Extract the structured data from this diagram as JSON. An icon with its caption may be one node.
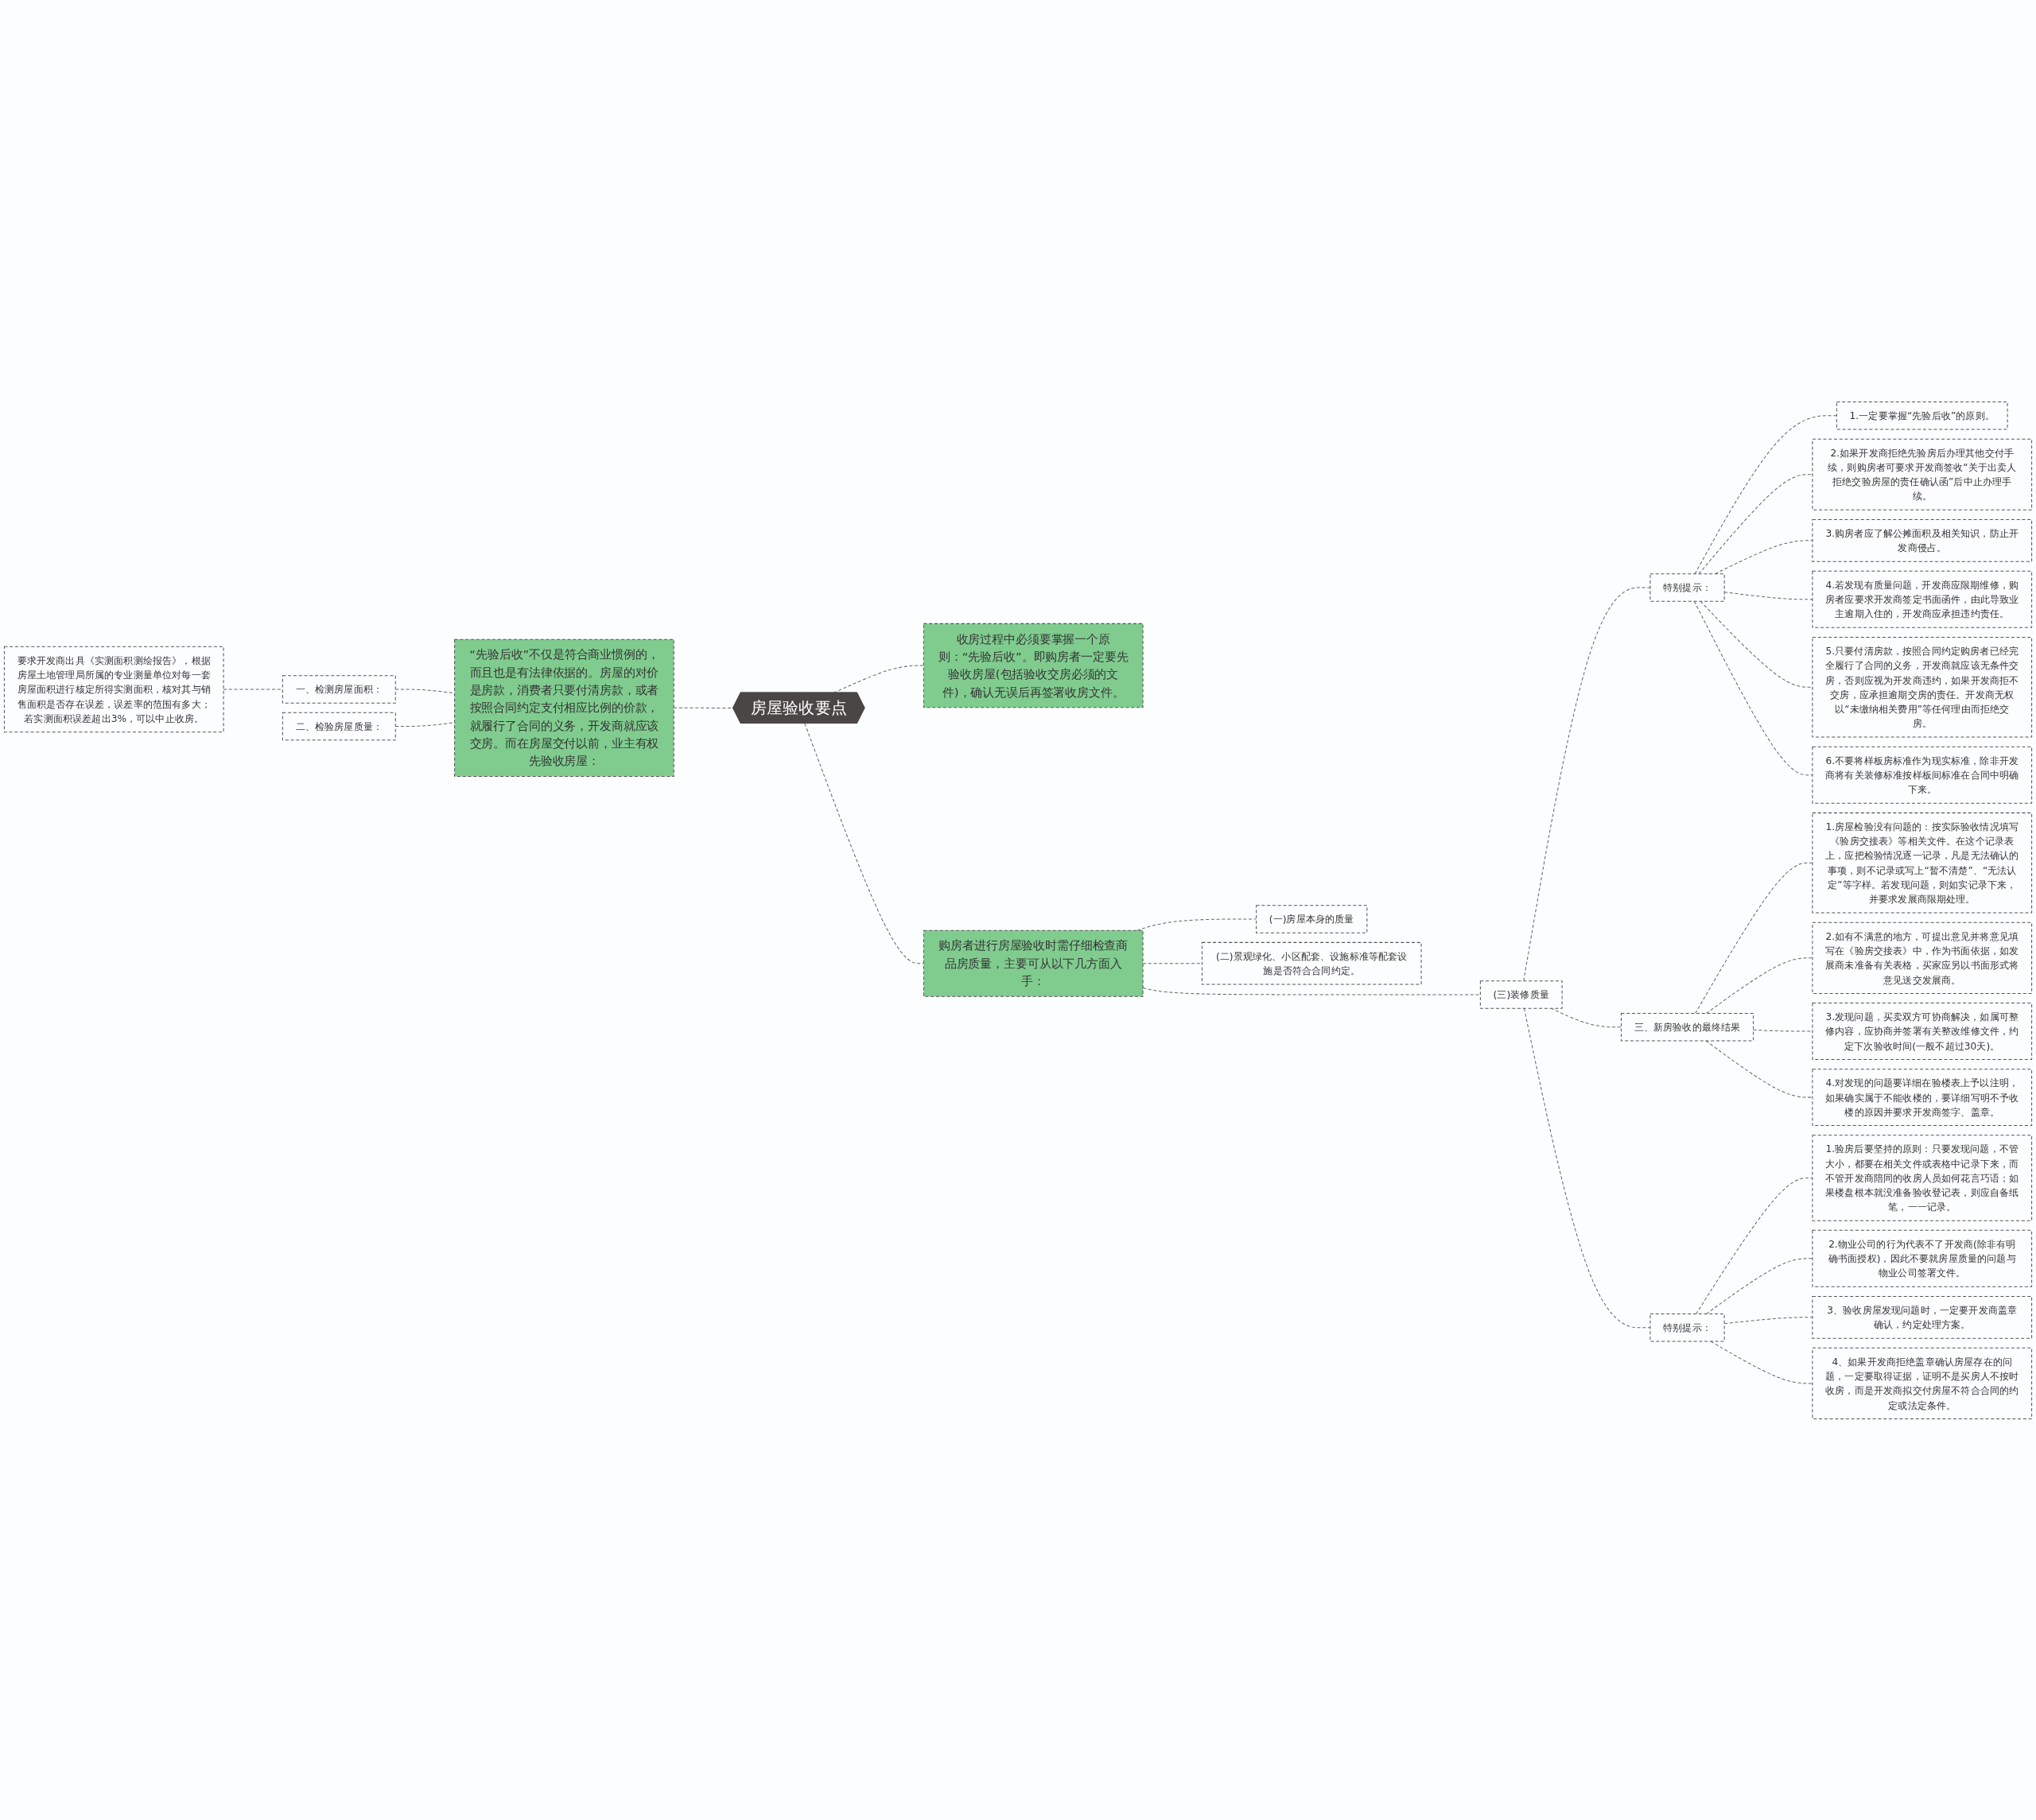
{
  "diagram": {
    "nodes": [
      {
        "text": [
          "房屋验收要点"
        ]
      },
      {
        "text": [
          "“先验后收”不仅是符合商业惯例的，而且也是有法律依据的。房屋的对价是房款，消费者只要付清房款，或者按照合同约定支付相应比例的价款，就履行了合同的义务，开发商就应该交房。而在房屋交付以前，业主有权先验收房屋："
        ]
      },
      {
        "text": [
          "一、检测房屋面积："
        ]
      },
      {
        "text": [
          "要求开发商出具《实测面积测绘报告》，根据房屋土地管理局所属的专业测量单位对每一套房屋面积进行核定所得实测面积，核对其与销售面积是否存在误差，误差率的范围有多大；若实测面积误差超出3%，可以中止收房。"
        ]
      },
      {
        "text": [
          "二、检验房屋质量："
        ]
      },
      {
        "text": [
          "收房过程中必须要掌握一个原则：“先验后收”。即购房者一定要先验收房屋(包括验收交房必须的文件)，确认无误后再签署收房文件。"
        ]
      },
      {
        "text": [
          "购房者进行房屋验收时需仔细检查商品房质量，主要可从以下几方面入手："
        ]
      },
      {
        "text": [
          "(一)房屋本身的质量"
        ]
      },
      {
        "text": [
          "(二)景观绿化、小区配套、设施标准等配套设施是否符合合同约定。"
        ]
      },
      {
        "text": [
          "(三)装修质量"
        ]
      },
      {
        "text": [
          "特别提示："
        ]
      },
      {
        "text": [
          "1.一定要掌握“先验后收”的原则。"
        ]
      },
      {
        "text": [
          "2.如果开发商拒绝先验房后办理其他交付手续，则购房者可要求开发商签收“关于出卖人拒绝交验房屋的责任确认函”后中止办理手续。"
        ]
      },
      {
        "text": [
          "3.购房者应了解公摊面积及相关知识，防止开发商侵占。"
        ]
      },
      {
        "text": [
          "4.若发现有质量问题，开发商应限期维修，购房者应要求开发商签定书面函件，由此导致业主逾期入住的，开发商应承担违约责任。"
        ]
      },
      {
        "text": [
          "5.只要付清房款，按照合同约定购房者已经完全履行了合同的义务，开发商就应该无条件交房，否则应视为开发商违约，如果开发商拒不交房，应承担逾期交房的责任。开发商无权以“未缴纳相关费用”等任何理由而拒绝交房。"
        ]
      },
      {
        "text": [
          "6.不要将样板房标准作为现实标准，除非开发商将有关装修标准按样板间标准在合同中明确下来。"
        ]
      },
      {
        "text": [
          "三、新房验收的最终结果"
        ]
      },
      {
        "text": [
          "1.房屋检验没有问题的：按实际验收情况填写《验房交接表》等相关文件。在这个记录表上，应把检验情况逐一记录，凡是无法确认的事项，则不记录或写上“暂不清楚”、“无法认定”等字样。若发现问题，则如实记录下来，并要求发展商限期处理。"
        ]
      },
      {
        "text": [
          "2.如有不满意的地方，可提出意见并将意见填写在《验房交接表》中，作为书面依据，如发展商未准备有关表格，买家应另以书面形式将意见送交发展商。"
        ]
      },
      {
        "text": [
          "3.发现问题，买卖双方可协商解决，如属可整修内容，应协商并签署有关整改维修文件，约定下次验收时间(一般不超过30天)。"
        ]
      },
      {
        "text": [
          "4.对发现的问题要详细在验楼表上予以注明，如果确实属于不能收楼的，要详细写明不予收楼的原因并要求开发商签字、盖章。"
        ]
      },
      {
        "text": [
          "特别提示："
        ]
      },
      {
        "text": [
          "1.验房后要坚持的原则：只要发现问题，不管大小，都要在相关文件或表格中记录下来，而不管开发商陪同的收房人员如何花言巧语；如果楼盘根本就没准备验收登记表，则应自备纸笔，一一记录。"
        ]
      },
      {
        "text": [
          "2.物业公司的行为代表不了开发商(除非有明确书面授权)，因此不要就房屋质量的问题与物业公司签署文件。"
        ]
      },
      {
        "text": [
          "3、验收房屋发现问题时，一定要开发商盖章确认，约定处理方案。"
        ]
      },
      {
        "text": [
          "4、如果开发商拒绝盖章确认房屋存在的问题，一定要取得证据，证明不是买房人不按时收房，而是开发商拟交付房屋不符合合同的约定或法定条件。"
        ]
      }
    ],
    "edges": [
      {
        "from": 1,
        "to": 0,
        "arrow": "none"
      },
      {
        "from": 2,
        "to": 1,
        "arrow": "none"
      },
      {
        "from": 3,
        "to": 2,
        "arrow": "none"
      },
      {
        "from": 4,
        "to": 1,
        "arrow": "none"
      },
      {
        "from": 0,
        "to": 5,
        "arrow": "none"
      },
      {
        "from": 0,
        "to": 6,
        "arrow": "none"
      },
      {
        "from": 6,
        "to": 7,
        "arrow": "none"
      },
      {
        "from": 6,
        "to": 8,
        "arrow": "none"
      },
      {
        "from": 6,
        "to": 9,
        "arrow": "none"
      },
      {
        "from": 9,
        "to": 10,
        "arrow": "none"
      },
      {
        "from": 10,
        "to": 11,
        "arrow": "none"
      },
      {
        "from": 10,
        "to": 12,
        "arrow": "none"
      },
      {
        "from": 10,
        "to": 13,
        "arrow": "none"
      },
      {
        "from": 10,
        "to": 14,
        "arrow": "none"
      },
      {
        "from": 10,
        "to": 15,
        "arrow": "none"
      },
      {
        "from": 10,
        "to": 16,
        "arrow": "none"
      },
      {
        "from": 9,
        "to": 17,
        "arrow": "none"
      },
      {
        "from": 17,
        "to": 18,
        "arrow": "none"
      },
      {
        "from": 17,
        "to": 19,
        "arrow": "none"
      },
      {
        "from": 17,
        "to": 20,
        "arrow": "none"
      },
      {
        "from": 17,
        "to": 21,
        "arrow": "none"
      },
      {
        "from": 9,
        "to": 22,
        "arrow": "none"
      },
      {
        "from": 22,
        "to": 23,
        "arrow": "none"
      },
      {
        "from": 22,
        "to": 24,
        "arrow": "none"
      },
      {
        "from": 22,
        "to": 25,
        "arrow": "none"
      },
      {
        "from": 22,
        "to": 26,
        "arrow": "none"
      }
    ]
  }
}
